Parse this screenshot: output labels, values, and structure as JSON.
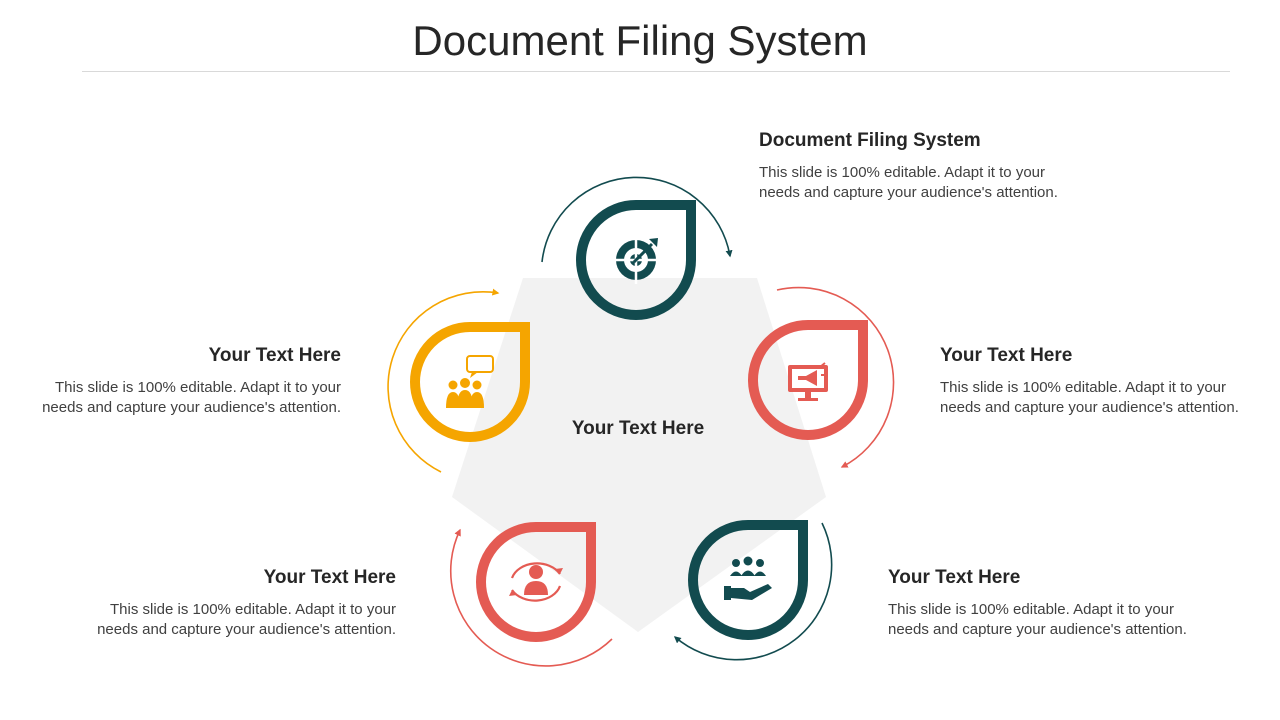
{
  "title": "Document Filing System",
  "center": {
    "label": "Your Text Here"
  },
  "colors": {
    "teal": "#124b4f",
    "coral": "#e45b53",
    "amber": "#f5a500",
    "pentagon": "#f2f2f2"
  },
  "items": [
    {
      "heading": "Document Filing System",
      "body": "This slide is 100% editable. Adapt it to your needs and capture your audience's attention.",
      "icon": "target-icon",
      "color": "teal"
    },
    {
      "heading": "Your Text Here",
      "body": "This slide is 100% editable. Adapt it to your needs and capture your audience's attention.",
      "icon": "monitor-megaphone-icon",
      "color": "coral"
    },
    {
      "heading": "Your Text Here",
      "body": "This slide is 100% editable. Adapt it to your needs and capture your audience's attention.",
      "icon": "team-hand-icon",
      "color": "teal"
    },
    {
      "heading": "Your Text Here",
      "body": "This slide is 100% editable. Adapt it to your needs and capture your audience's attention.",
      "icon": "person-cycle-icon",
      "color": "coral"
    },
    {
      "heading": "Your Text Here",
      "body": "This slide is 100% editable. Adapt it to your needs and capture your audience's attention.",
      "icon": "group-chat-icon",
      "color": "amber"
    }
  ]
}
